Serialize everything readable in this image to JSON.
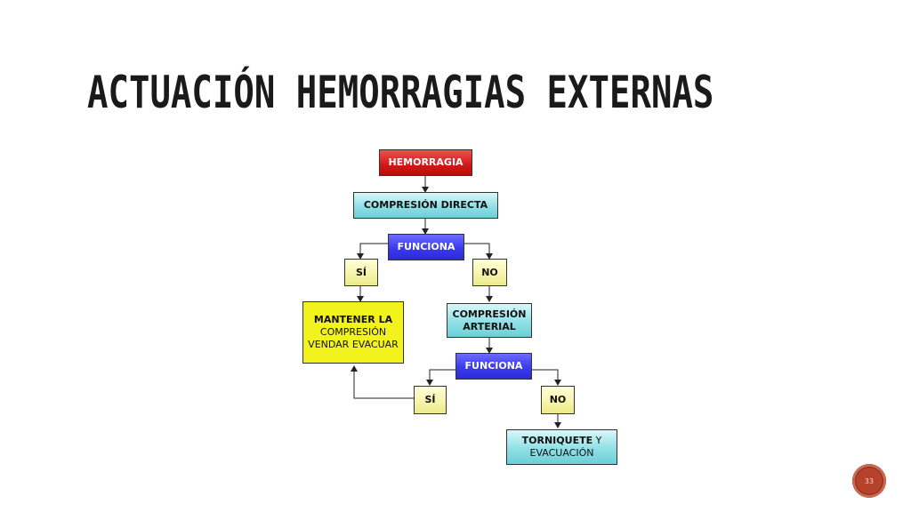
{
  "slide": {
    "title": "ACTUACIÓN HEMORRAGIAS EXTERNAS",
    "slide_number": "33"
  },
  "flowchart": {
    "nodes": {
      "hemorragia": "HEMORRAGIA",
      "compresion_directa": "COMPRESIÓN DIRECTA",
      "funciona_1": "FUNCIONA",
      "si_1": "SÍ",
      "no_1": "NO",
      "mantener_line1": "MANTENER LA",
      "mantener_line2": "COMPRESIÓN",
      "mantener_line3": "VENDAR EVACUAR",
      "compresion_arterial_line1": "COMPRESIÓN",
      "compresion_arterial_line2": "ARTERIAL",
      "funciona_2": "FUNCIONA",
      "si_2": "SÍ",
      "no_2": "NO",
      "torniquete_bold": "TORNIQUETE",
      "torniquete_rest": "Y",
      "evacuacion": "EVACUACIÓN"
    },
    "colors": {
      "red": "#d01818",
      "cyan": "#8fe0e6",
      "blue": "#3a3af0",
      "yellow_light": "#f6f4a8",
      "yellow_strong": "#f2f21c"
    }
  }
}
